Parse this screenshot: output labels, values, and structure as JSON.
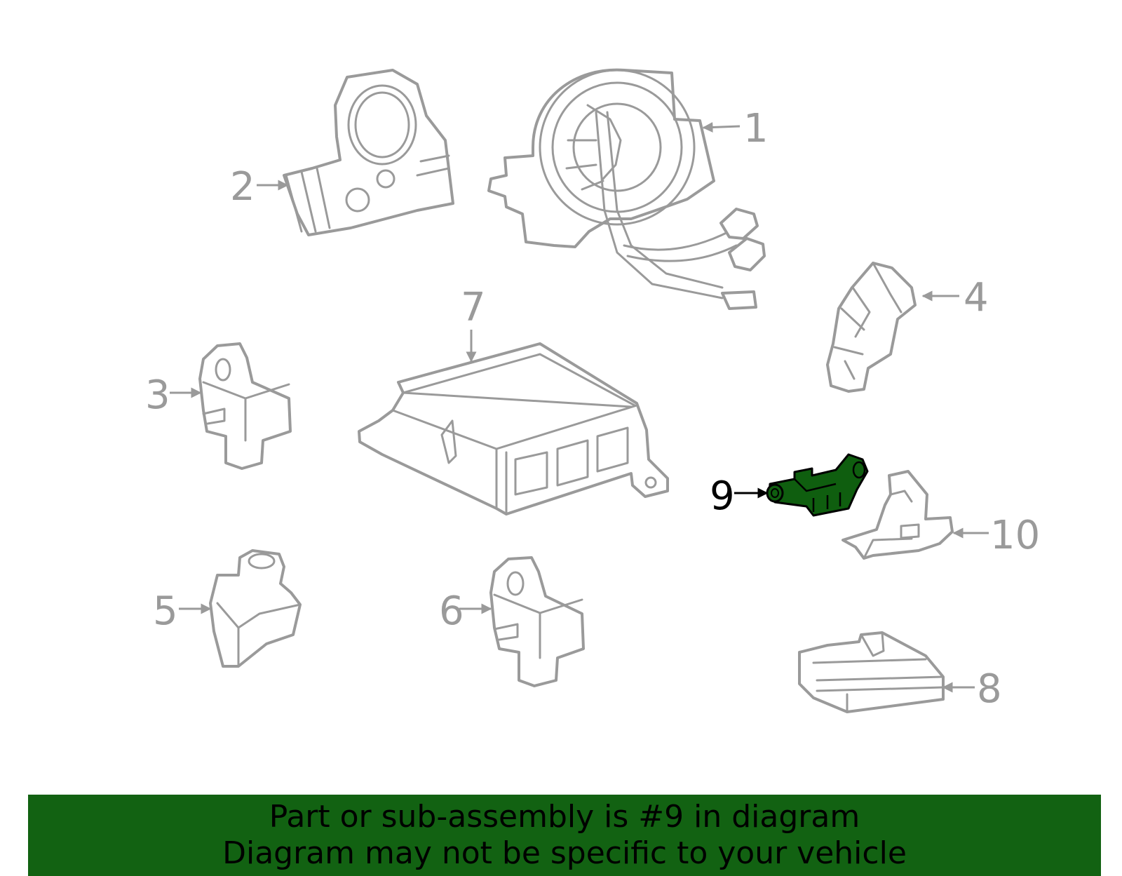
{
  "colors": {
    "outline": "#9a9a9a",
    "highlight_fill": "#0f5e0f",
    "highlight_stroke": "#000000",
    "banner_bg": "#126212",
    "banner_text": "#000000"
  },
  "callouts": [
    {
      "id": "1",
      "label": "1",
      "highlighted": false
    },
    {
      "id": "2",
      "label": "2",
      "highlighted": false
    },
    {
      "id": "3",
      "label": "3",
      "highlighted": false
    },
    {
      "id": "4",
      "label": "4",
      "highlighted": false
    },
    {
      "id": "5",
      "label": "5",
      "highlighted": false
    },
    {
      "id": "6",
      "label": "6",
      "highlighted": false
    },
    {
      "id": "7",
      "label": "7",
      "highlighted": false
    },
    {
      "id": "8",
      "label": "8",
      "highlighted": false
    },
    {
      "id": "9",
      "label": "9",
      "highlighted": true
    },
    {
      "id": "10",
      "label": "10",
      "highlighted": false
    }
  ],
  "banner": {
    "line1": "Part or sub-assembly is #9 in diagram",
    "line2": "Diagram may not be specific to your vehicle"
  }
}
